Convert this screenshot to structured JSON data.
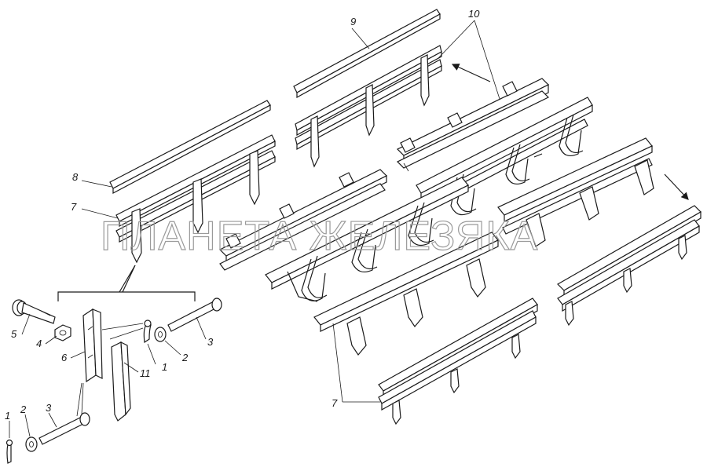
{
  "callouts": {
    "c1a": "1",
    "c1b": "1",
    "c2a": "2",
    "c2b": "2",
    "c3a": "3",
    "c3b": "3",
    "c4": "4",
    "c5": "5",
    "c6": "6",
    "c7a": "7",
    "c7b": "7",
    "c8": "8",
    "c9": "9",
    "c10": "10",
    "c11": "11"
  },
  "watermark": "ПЛАНЕТА ЖЕЛЕЗЯКА"
}
